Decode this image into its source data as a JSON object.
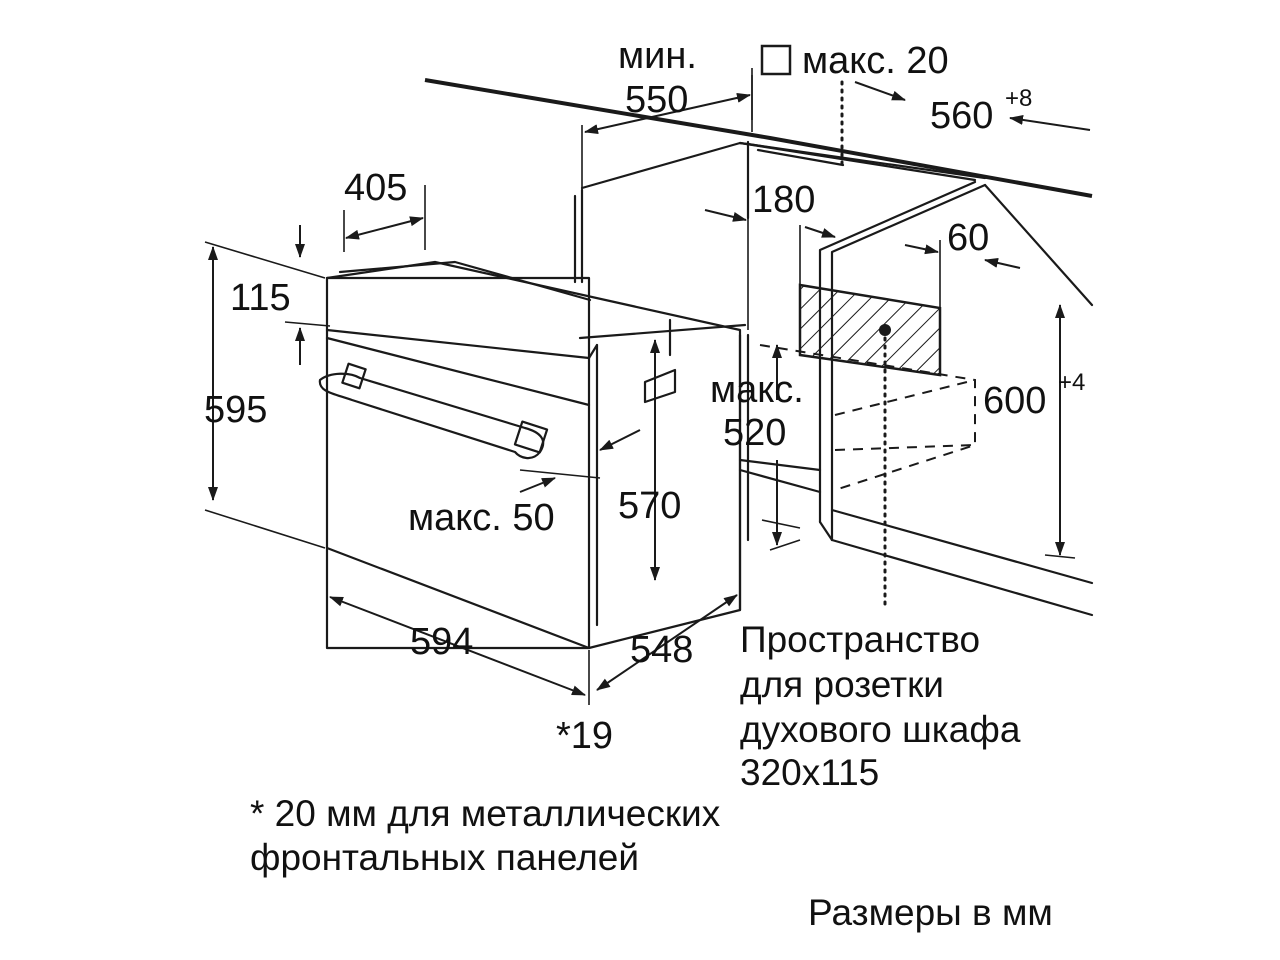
{
  "diagram": {
    "dimensions": {
      "min_label": "мин.",
      "min_value": "550",
      "max_square_label": "макс. 20",
      "depth_niche": "560",
      "depth_niche_tol": "+8",
      "width_405": "405",
      "dim_180": "180",
      "dim_60": "60",
      "dim_115": "115",
      "height_595": "595",
      "max_label": "макс.",
      "max_520": "520",
      "height_niche": "600",
      "height_niche_tol": "+4",
      "max_50": "макс. 50",
      "dim_570": "570",
      "width_594": "594",
      "depth_548": "548",
      "note_19": "*19"
    },
    "socket_note": {
      "line1": "Пространство",
      "line2": "для розетки",
      "line3": "духового шкафа",
      "line4": "320x115"
    },
    "footnote": {
      "line1": "* 20 мм для металлических",
      "line2": "фронтальных панелей"
    },
    "units": "Размеры в мм"
  }
}
